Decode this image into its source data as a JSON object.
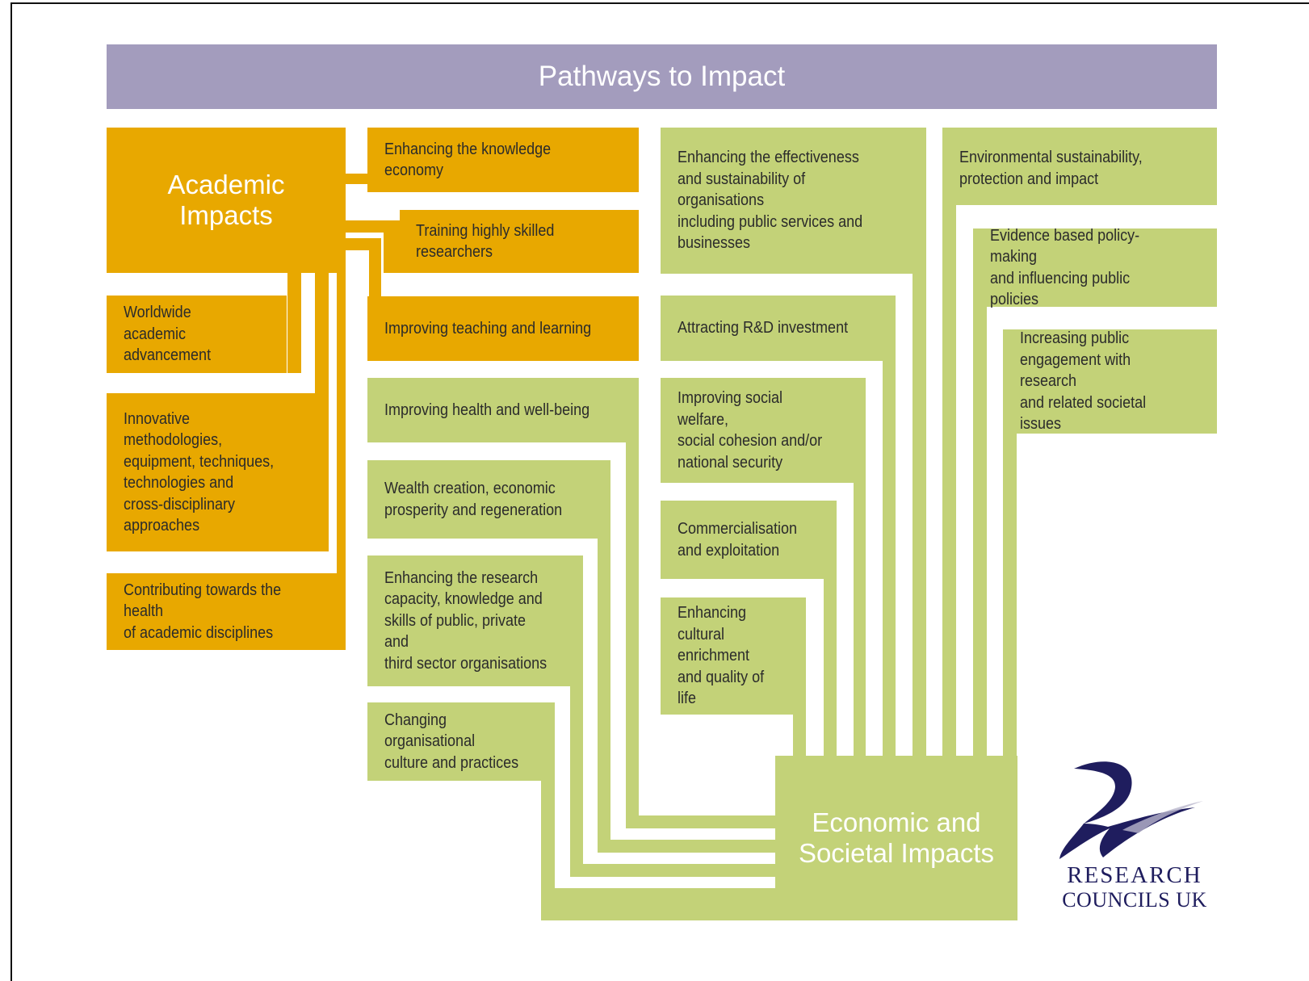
{
  "title": "Pathways to Impact",
  "academic": {
    "heading": "Academic\nImpacts",
    "items": [
      "Enhancing the knowledge economy",
      "Training highly skilled researchers",
      "Improving teaching and learning",
      "Worldwide academic\nadvancement",
      "Innovative methodologies,\nequipment, techniques,\ntechnologies and\ncross-disciplinary\napproaches",
      "Contributing towards the health\nof academic disciplines"
    ]
  },
  "economic": {
    "heading": "Economic and\nSocietal Impacts",
    "items": [
      "Improving health and well-being",
      "Wealth creation, economic\nprosperity and regeneration",
      "Enhancing the research\ncapacity, knowledge and\nskills of public, private and\nthird sector organisations",
      "Changing organisational\nculture and practices",
      "Enhancing the effectiveness\nand sustainability of organisations\nincluding public services and\nbusinesses",
      "Attracting R&D investment",
      "Improving social welfare,\nsocial cohesion and/or\nnational security",
      "Commercialisation\nand exploitation",
      "Enhancing cultural\nenrichment\nand quality of life",
      "Environmental sustainability,\nprotection and impact",
      "Evidence based policy-making\nand influencing public policies",
      "Increasing public\nengagement with research\nand related societal issues"
    ]
  },
  "logo": {
    "line1": "RESEARCH",
    "line2": "COUNCILS UK"
  },
  "colors": {
    "banner": "#a39cbd",
    "academic": "#e8a800",
    "economic": "#c3d278"
  }
}
